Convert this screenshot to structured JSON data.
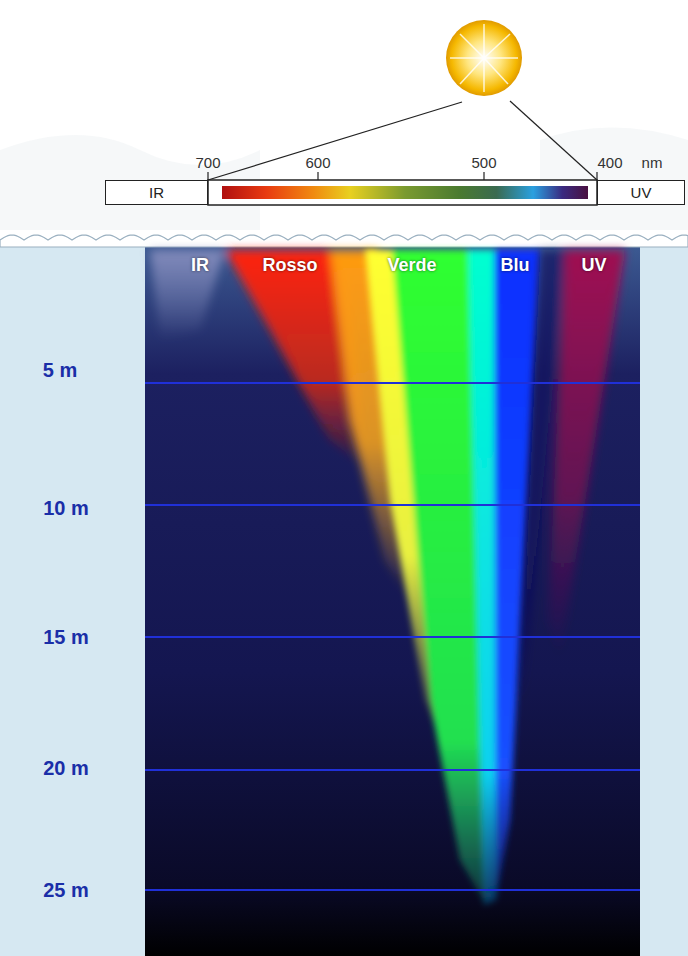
{
  "diagram": {
    "nodes": [
      {
        "text": [
          "IR"
        ]
      },
      {
        "text": [
          "UV"
        ]
      }
    ],
    "labels": [
      "700",
      "600",
      "500",
      "400",
      "nm",
      "IR",
      "Rosso",
      "Verde",
      "Blu",
      "UV",
      "5 m",
      "10 m",
      "15 m",
      "20 m",
      "25 m"
    ]
  }
}
